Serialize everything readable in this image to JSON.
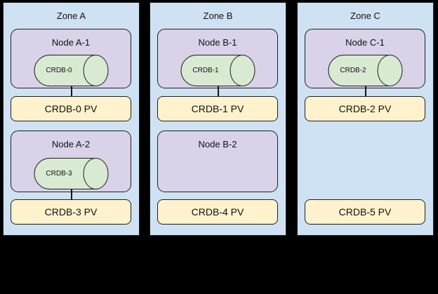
{
  "canvas": {
    "background": "#000000"
  },
  "colors": {
    "zone_fill": "#cfe2f3",
    "node_fill": "#d9d2e9",
    "db_fill": "#d9ead3",
    "pv_fill": "#fff2cc",
    "stroke": "#1f1f1f"
  },
  "diagram": {
    "type": "topology",
    "zones": [
      {
        "title": "Zone A",
        "node1": {
          "title": "Node A-1",
          "db": "CRDB-0",
          "pv": "CRDB-0 PV"
        },
        "node2": {
          "title": "Node A-2",
          "db": "CRDB-3",
          "pv": "CRDB-3 PV"
        }
      },
      {
        "title": "Zone B",
        "node1": {
          "title": "Node B-1",
          "db": "CRDB-1",
          "pv": "CRDB-1 PV"
        },
        "node2": {
          "title": "Node B-2",
          "pv": "CRDB-4 PV"
        }
      },
      {
        "title": "Zone C",
        "node1": {
          "title": "Node C-1",
          "db": "CRDB-2",
          "pv": "CRDB-2 PV"
        },
        "node2": {
          "pv": "CRDB-5 PV"
        }
      }
    ]
  }
}
